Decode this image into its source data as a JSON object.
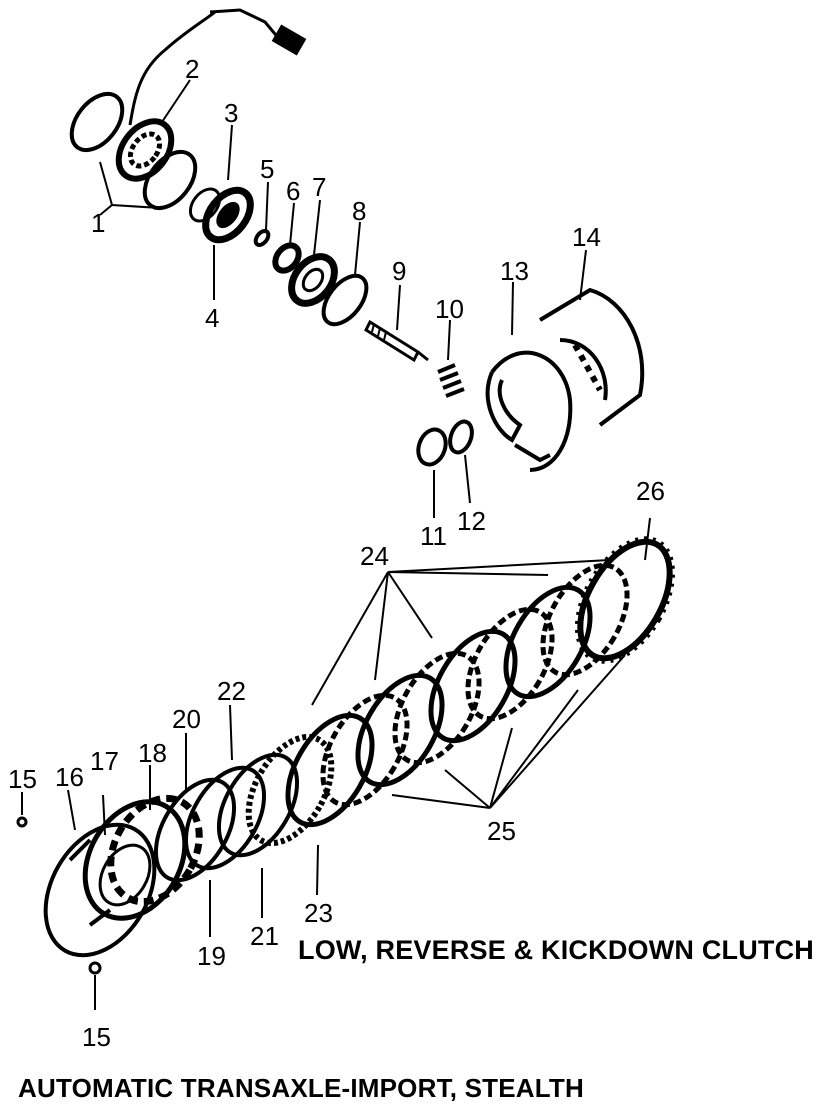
{
  "captions": {
    "section": "LOW, REVERSE & KICKDOWN CLUTCH",
    "page": "AUTOMATIC TRANSAXLE-IMPORT, STEALTH"
  },
  "callouts": [
    "1",
    "2",
    "3",
    "4",
    "5",
    "6",
    "7",
    "8",
    "9",
    "10",
    "11",
    "12",
    "13",
    "14",
    "15",
    "15",
    "16",
    "17",
    "18",
    "19",
    "20",
    "21",
    "22",
    "23",
    "24",
    "25",
    "26"
  ],
  "colors": {
    "ink": "#000000",
    "paper": "#ffffff"
  }
}
